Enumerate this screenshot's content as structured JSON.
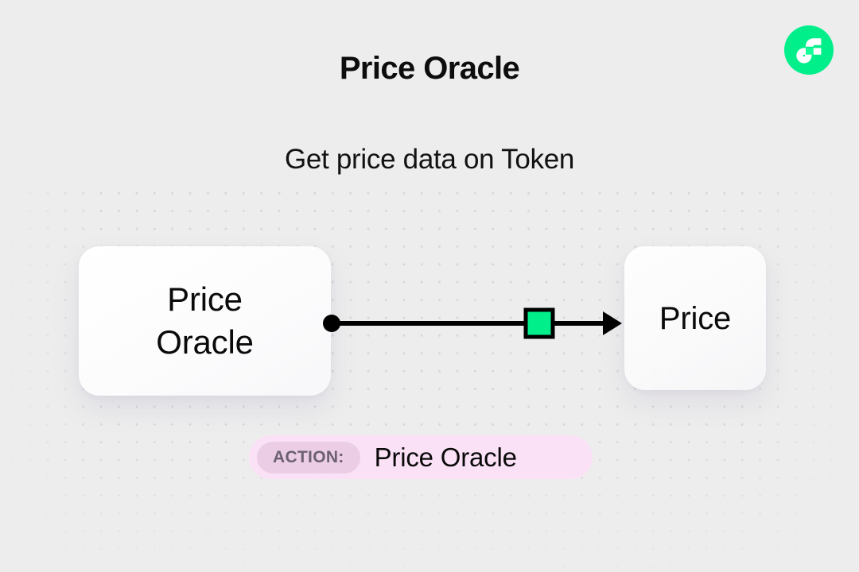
{
  "header": {
    "title": "Price Oracle",
    "subtitle": "Get price data on Token"
  },
  "brand": {
    "name": "flow-logo",
    "circle_color": "#00ef8b",
    "mark_color": "#ffffff",
    "accent_color": "#16ff99"
  },
  "diagram": {
    "background_color": "#ededed",
    "dot_color": "#d6d6d9",
    "source_node": {
      "name": "price-oracle-node",
      "label_line_1": "Price",
      "label_line_2": "Oracle",
      "card_color": "#ffffff"
    },
    "target_node": {
      "name": "price-node",
      "label": "Price",
      "card_color": "#fbfbfc"
    },
    "edge": {
      "name": "oracle-to-price-edge",
      "start_dot_color": "#000000",
      "line_color": "#000000",
      "arrow_color": "#000000",
      "marker_color": "#00ef8b",
      "marker_border_color": "#000000"
    }
  },
  "action_bar": {
    "chip_label": "ACTION:",
    "value": "Price Oracle",
    "bar_color": "#fbe1f6",
    "chip_color": "#ebcde6",
    "chip_text_color": "#6c6072"
  }
}
